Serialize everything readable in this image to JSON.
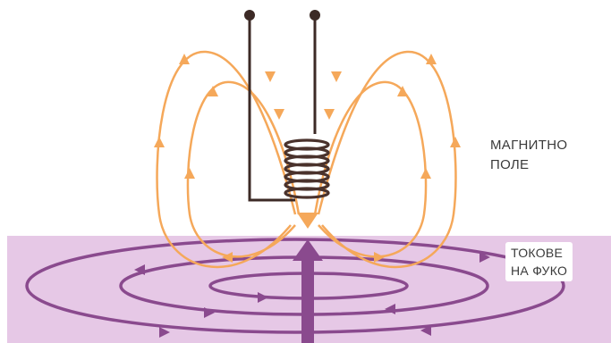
{
  "labels": {
    "magnetic_field": [
      "МАГНИТНО",
      "ПОЛЕ"
    ],
    "eddy_currents": [
      "ТОКОВЕ",
      "НА ФУКО"
    ]
  },
  "colors": {
    "background": "#ffffff",
    "plate": "#e6c8e6",
    "field_lines": "#f5a85a",
    "eddy_currents": "#8a4a8e",
    "wire": "#3c2a26",
    "coil": "#4a322c"
  }
}
